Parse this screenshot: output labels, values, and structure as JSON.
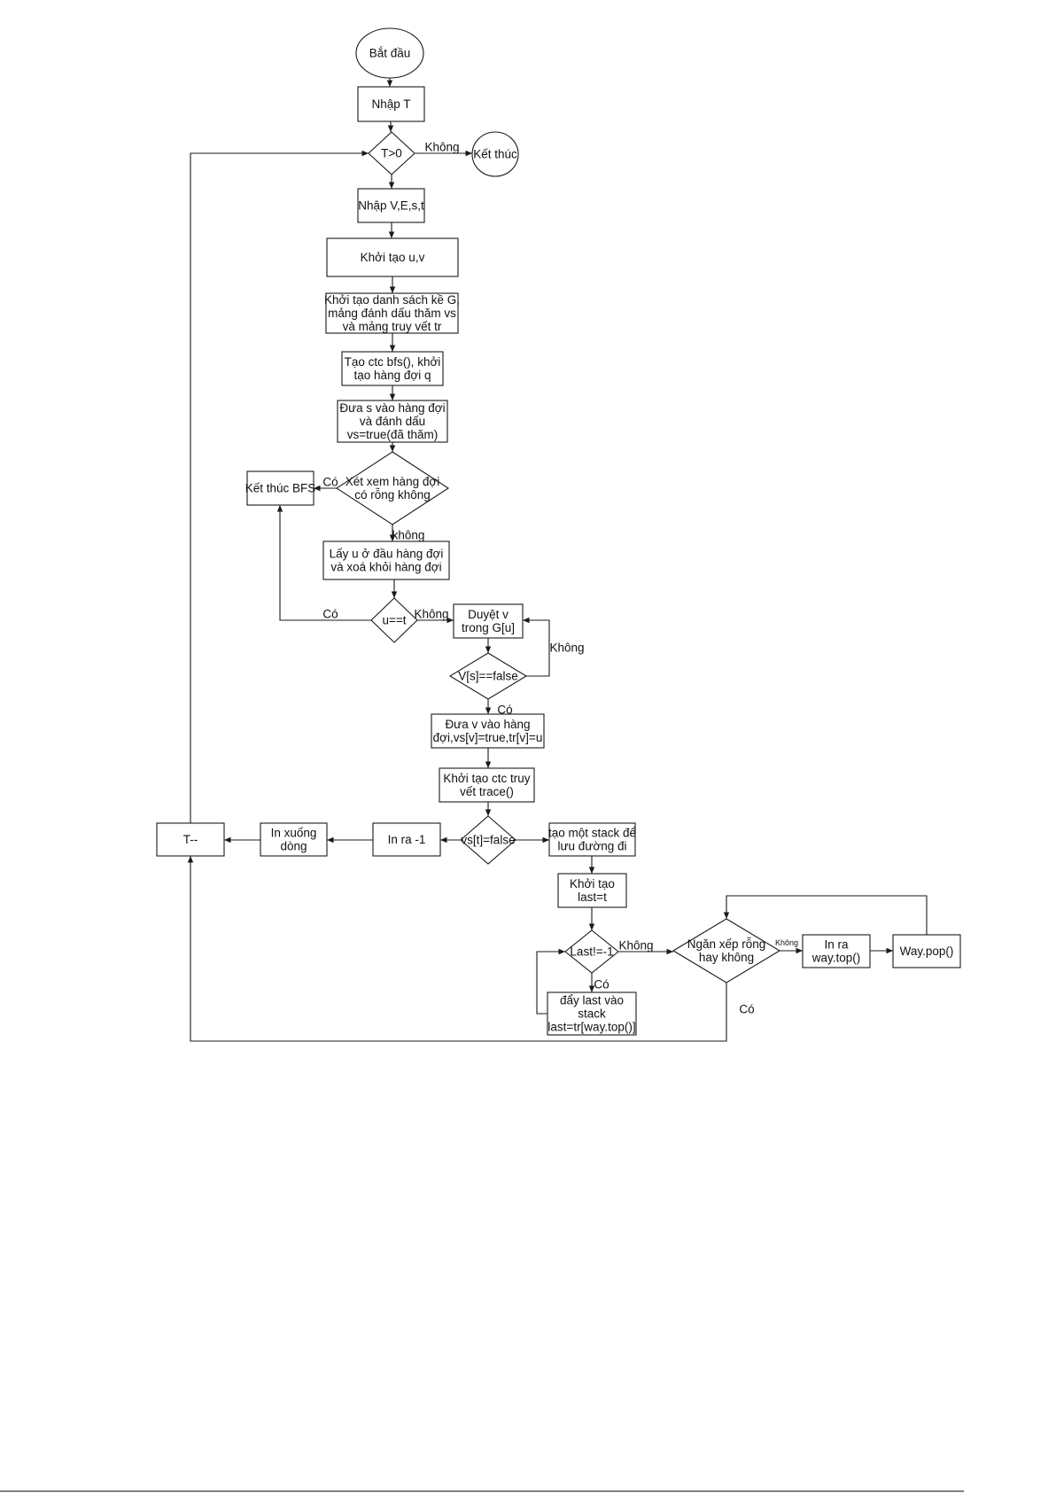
{
  "nodes": {
    "start": [
      "Bắt đầu"
    ],
    "input_t": [
      "Nhập T"
    ],
    "check_t": [
      "T>0"
    ],
    "end": [
      "Kết thúc"
    ],
    "input_vest": [
      "Nhập V,E,s,t"
    ],
    "init_uv": [
      "Khởi tạo u,v"
    ],
    "init_lists": [
      "Khởi tạo danh sách kề G,",
      "mảng đánh dấu thăm vs",
      "và mảng truy vết tr"
    ],
    "create_bfs": [
      "Tạo ctc bfs(), khởi",
      "tạo hàng đợi q"
    ],
    "push_s": [
      "Đưa s vào hàng đợi",
      "và đánh dấu",
      "vs=true(đã thăm)"
    ],
    "check_queue": [
      "Xét xem hàng đợi",
      "có rỗng không"
    ],
    "end_bfs": [
      "Kết thúc BFS"
    ],
    "pop_u": [
      "Lấy u ở đầu hàng đợi",
      "và xoá khỏi hàng đợi"
    ],
    "check_u": [
      "u==t"
    ],
    "iterate_v": [
      "Duyệt v",
      "trong G[u]"
    ],
    "check_vs": [
      "V[s]==false"
    ],
    "push_v": [
      "Đưa v vào hàng",
      "đợi,vs[v]=true,tr[v]=u"
    ],
    "create_trace": [
      "Khởi tạo ctc truy",
      "vết trace()"
    ],
    "check_vst": [
      "vs[t]=false"
    ],
    "print_neg": [
      "In ra -1"
    ],
    "newline": [
      "In xuống",
      "dòng"
    ],
    "t_dec": [
      "T--"
    ],
    "create_stack": [
      "tạo một stack để",
      "lưu đường đi"
    ],
    "init_last": [
      "Khởi tạo",
      "last=t"
    ],
    "check_last": [
      "Last!=-1"
    ],
    "push_last": [
      "đẩy last vào",
      "stack",
      "last=tr[way.top()]"
    ],
    "check_stack": [
      "Ngăn xếp rỗng",
      "hay không"
    ],
    "print_top": [
      "In ra",
      "way.top()"
    ],
    "pop_way": [
      "Way.pop()"
    ]
  },
  "edge_labels": {
    "tgt0_no": "Không",
    "queue_yes": "Có",
    "queue_no": "không",
    "u_yes": "Có",
    "u_no": "Không",
    "vs_no": "Không",
    "vs_yes": "Có",
    "last_no": "Không",
    "last_yes": "Có",
    "stack_no": "Không",
    "stack_yes": "Có"
  },
  "colors": {
    "stroke": "#1a1a1a",
    "text": "#111111",
    "background": "#ffffff"
  }
}
